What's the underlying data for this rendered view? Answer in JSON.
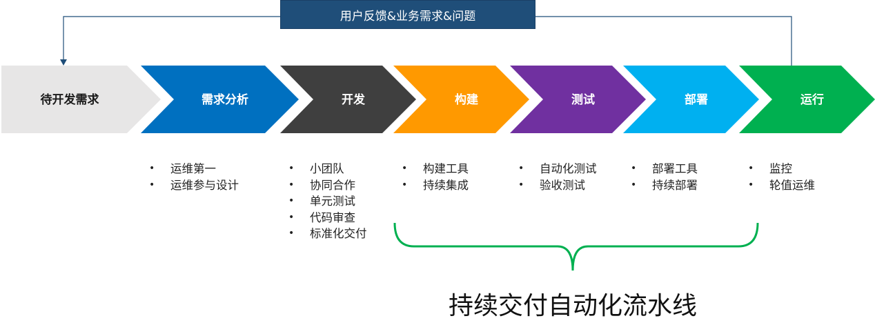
{
  "feedback_loop": {
    "label": "用户反馈&业务需求&问题"
  },
  "stages": [
    {
      "label": "待开发需求",
      "color": "#e7e6e6",
      "text_color": "#1a1a1a",
      "bullets": []
    },
    {
      "label": "需求分析",
      "color": "#0070c0",
      "text_color": "#ffffff",
      "bullets": [
        "运维第一",
        "运维参与设计"
      ]
    },
    {
      "label": "开发",
      "color": "#3f3f3f",
      "text_color": "#ffffff",
      "bullets": [
        "小团队",
        "协同合作",
        "单元测试",
        "代码审查",
        "标准化交付"
      ]
    },
    {
      "label": "构建",
      "color": "#ff9900",
      "text_color": "#ffffff",
      "bullets": [
        "构建工具",
        "持续集成"
      ]
    },
    {
      "label": "测试",
      "color": "#7030a0",
      "text_color": "#ffffff",
      "bullets": [
        "自动化测试",
        "验收测试"
      ]
    },
    {
      "label": "部署",
      "color": "#00b0f0",
      "text_color": "#ffffff",
      "bullets": [
        "部署工具",
        "持续部署"
      ]
    },
    {
      "label": "运行",
      "color": "#00b050",
      "text_color": "#ffffff",
      "bullets": [
        "监控",
        "轮值运维"
      ]
    }
  ],
  "pipeline": {
    "label": "持续交付自动化流水线",
    "brace_color": "#00b050"
  },
  "colors": {
    "loop_line": "#1f4e79",
    "feedback_box": "#1f4e79"
  }
}
